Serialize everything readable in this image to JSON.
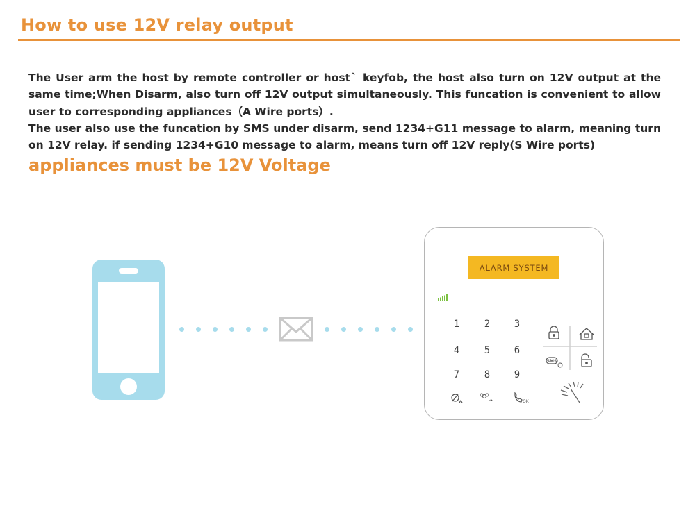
{
  "title": "How to use 12V relay output",
  "description": {
    "line1": "The User arm the host by remote controller or hostˋ keyfob, the host also turn on 12V output at the same time;When Disarm, also turn  off 12V output simultaneously. This funcation is convenient to allow user to corresponding appliances（A  Wire  ports）.",
    "line2": "The user also use the funcation by SMS under disarm, send 1234+G11 message to alarm, meaning turn on 12V relay.   if sending 1234+G10 message to alarm,   means turn off 12V reply(S  Wire  ports)"
  },
  "note": "appliances must be 12V  Voltage",
  "panel": {
    "lcd_text": "ALARM SYSTEM",
    "keys": [
      "1",
      "2",
      "3",
      "4",
      "5",
      "6",
      "7",
      "8",
      "9"
    ],
    "sms_label": "SMS",
    "ok_label": "OK"
  },
  "colors": {
    "accent": "#e8923a",
    "phone": "#a7dcec",
    "lcd": "#f4b822",
    "signal": "#7cc241"
  },
  "icons": {
    "phone": "smartphone-icon",
    "message": "envelope-icon",
    "arm": "lock-icon",
    "home_arm": "home-lock-icon",
    "sms": "sms-icon",
    "disarm": "unlock-icon",
    "sos": "sos-icon"
  }
}
